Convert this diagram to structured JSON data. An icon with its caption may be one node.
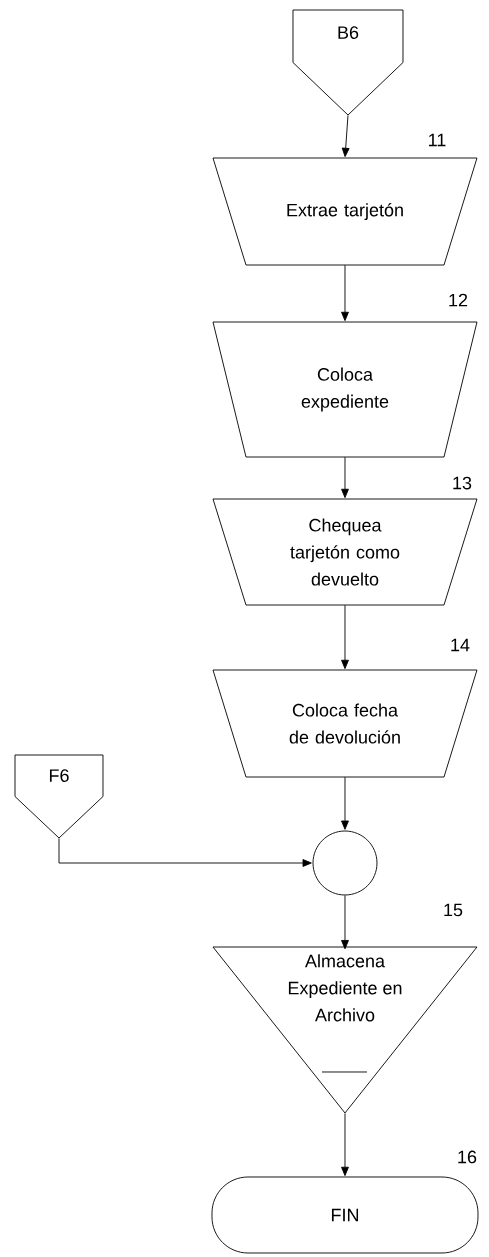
{
  "diagram": {
    "nodes": [
      {
        "text": [
          "B6"
        ]
      },
      {
        "text": [
          "Extrae tarjetón"
        ],
        "beside": [
          "11"
        ]
      },
      {
        "text": [
          "Coloca expediente"
        ],
        "beside": [
          "12"
        ]
      },
      {
        "text": [
          "Chequea tarjetón como devuelto"
        ],
        "beside": [
          "13"
        ]
      },
      {
        "text": [
          "Coloca fecha de devolución"
        ],
        "beside": [
          "14"
        ]
      },
      {
        "text": [
          "F6"
        ]
      },
      {
        "text": [],
        "shape": "circle"
      },
      {
        "text": [
          "Almacena Expediente en Archivo"
        ],
        "beside": [
          "15"
        ]
      },
      {
        "text": [
          "FIN"
        ],
        "beside": [
          "16"
        ]
      }
    ],
    "edges": [
      {
        "from": 0,
        "to": 1,
        "arrow": "to"
      },
      {
        "from": 1,
        "to": 2,
        "arrow": "to"
      },
      {
        "from": 2,
        "to": 3,
        "arrow": "to"
      },
      {
        "from": 3,
        "to": 4,
        "arrow": "to"
      },
      {
        "from": 4,
        "to": 6,
        "arrow": "to"
      },
      {
        "from": 5,
        "to": 6,
        "arrow": "to"
      },
      {
        "from": 6,
        "to": 7,
        "arrow": "to"
      },
      {
        "from": 7,
        "to": 8,
        "arrow": "to"
      }
    ]
  }
}
